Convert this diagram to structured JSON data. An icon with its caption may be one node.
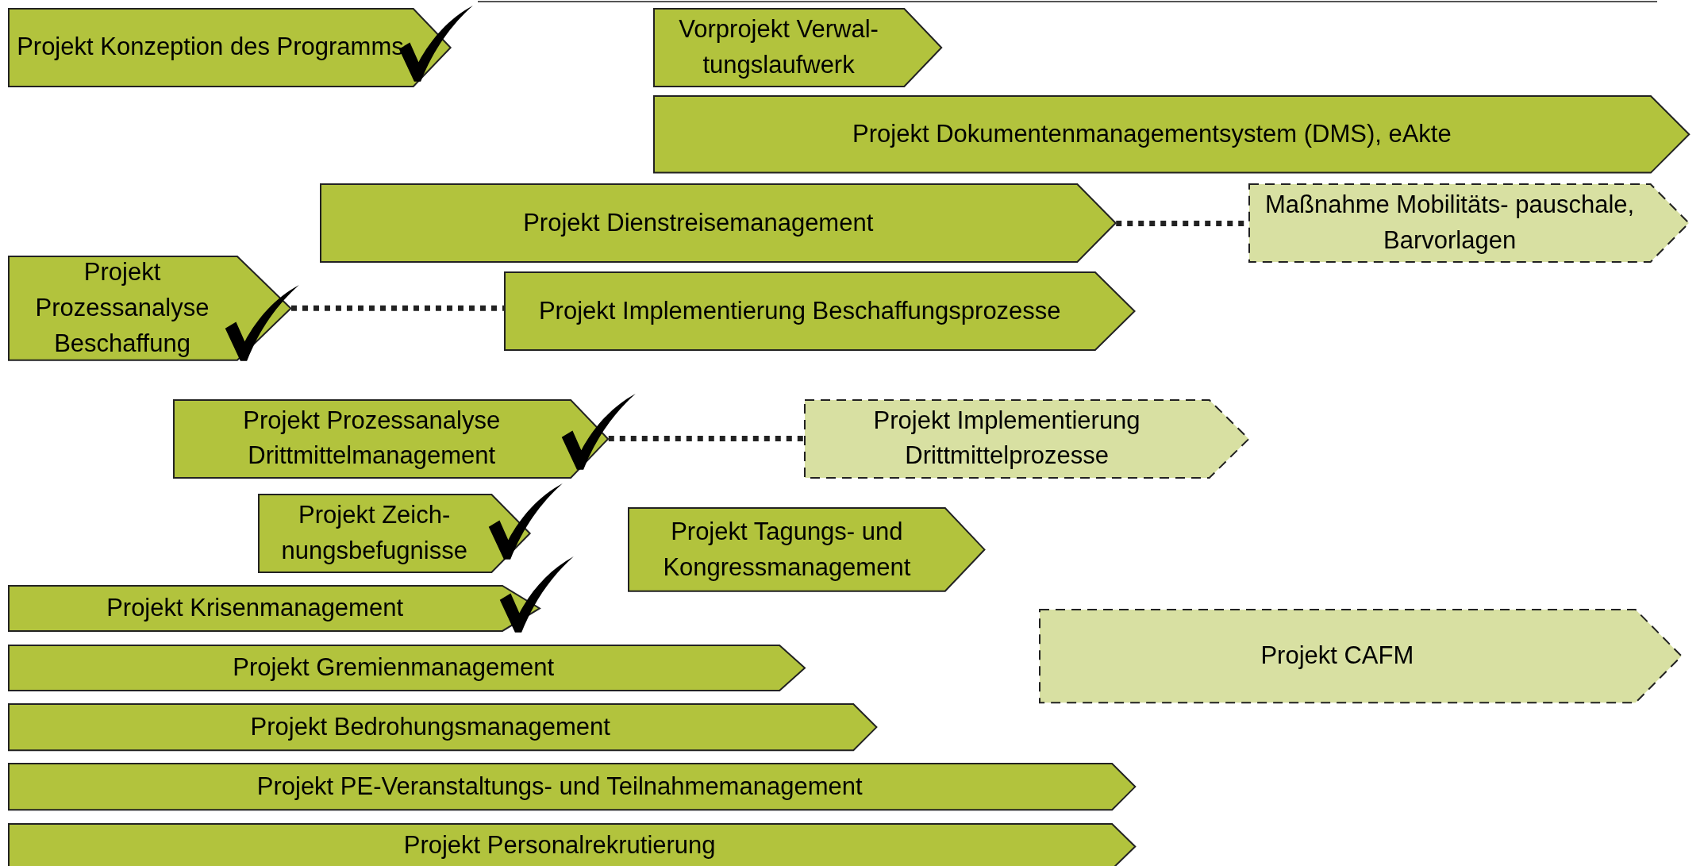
{
  "diagram": {
    "nodes": [
      {
        "text": [
          "Projekt Konzeption des Programms"
        ]
      },
      {
        "text": [
          "Vorprojekt Verwal- tungslaufwerk"
        ]
      },
      {
        "text": [
          "Projekt Dokumentenmanagementsystem (DMS), eAkte"
        ]
      },
      {
        "text": [
          "Projekt Dienstreisemanagement"
        ]
      },
      {
        "text": [
          "Maßnahme Mobilitäts- pauschale, Barvorlagen"
        ]
      },
      {
        "text": [
          "Projekt Prozessanalyse Beschaffung"
        ]
      },
      {
        "text": [
          "Projekt Implementierung Beschaffungsprozesse"
        ]
      },
      {
        "text": [
          "Projekt Prozessanalyse Drittmittelmanagement"
        ]
      },
      {
        "text": [
          "Projekt Implementierung Drittmittelprozesse"
        ]
      },
      {
        "text": [
          "Projekt Zeich- nungsbefugnisse"
        ]
      },
      {
        "text": [
          "Projekt Tagungs- und Kongressmanagement"
        ]
      },
      {
        "text": [
          "Projekt Krisenmanagement"
        ]
      },
      {
        "text": [
          "Projekt CAFM"
        ]
      },
      {
        "text": [
          "Projekt Gremienmanagement"
        ]
      },
      {
        "text": [
          "Projekt Bedrohungsmanagement"
        ]
      },
      {
        "text": [
          "Projekt PE-Veranstaltungs- und Teilnahmemanagement"
        ]
      },
      {
        "text": [
          "Projekt Personalrekrutierung"
        ]
      }
    ],
    "edges": [
      {
        "from": 3,
        "to": 4,
        "arrow": "none",
        "style": "dashed"
      },
      {
        "from": 5,
        "to": 6,
        "arrow": "none",
        "style": "dashed"
      },
      {
        "from": 7,
        "to": 8,
        "arrow": "none",
        "style": "dashed"
      }
    ]
  }
}
